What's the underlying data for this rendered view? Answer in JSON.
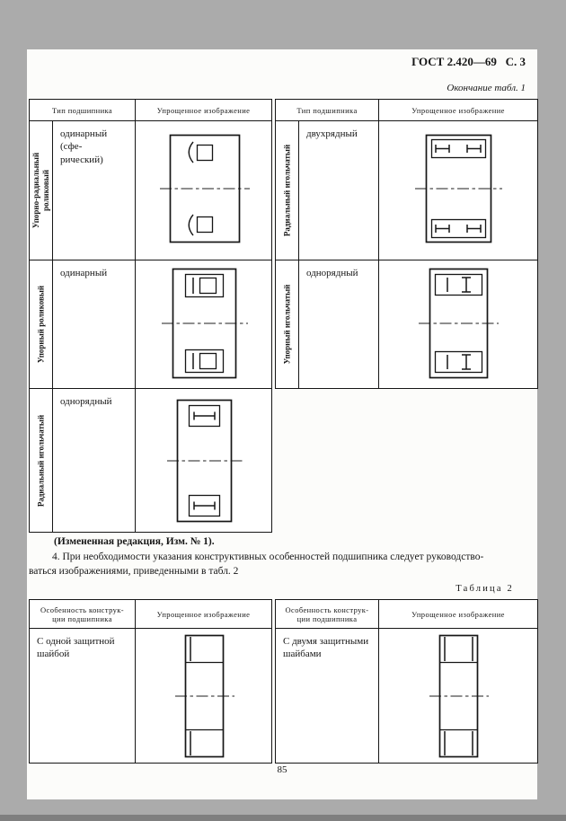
{
  "page": {
    "gost_header": "ГОСТ 2.420—69   С. 3",
    "table1_caption": "Окончание табл. 1",
    "page_number": "85"
  },
  "table1": {
    "headers": {
      "type": "Тип подшипника",
      "image": "Упрощенное изображение"
    },
    "left_rows": [
      {
        "group": "Упорно-радиальный роликовый",
        "type": "одинарный (сфе-\nрический)"
      },
      {
        "group": "Упорный роликовый",
        "type": "одинарный"
      },
      {
        "group": "Радиальный игольчатый",
        "type": "однорядный"
      }
    ],
    "right_rows": [
      {
        "group": "Радиальный игольчатый",
        "type": "двухрядный"
      },
      {
        "group": "Упорный игольчатый",
        "type": "однорядный"
      }
    ]
  },
  "notes": {
    "revision": "(Измененная редакция, Изм. № 1).",
    "para_line1": "4. При необходимости указания конструктивных особенностей подшипника следует руководство-",
    "para_line2": "ваться изображениями, приведенными в табл. 2"
  },
  "table2": {
    "caption": "Таблица 2",
    "headers": {
      "feature": "Особенность конструк-\nции подшипника",
      "image": "Упрощенное изображение"
    },
    "left_row": {
      "feature": "С одной защитной\nшайбой"
    },
    "right_row": {
      "feature": "С двумя защитными\nшайбами"
    }
  },
  "drawings": {
    "left": [
      "thrust-radial-spherical-roller-single",
      "thrust-roller-single",
      "radial-needle-single-row"
    ],
    "right": [
      "radial-needle-double-row",
      "thrust-needle-single-row"
    ],
    "table2": [
      "one-shield-washer",
      "two-shield-washers"
    ]
  }
}
